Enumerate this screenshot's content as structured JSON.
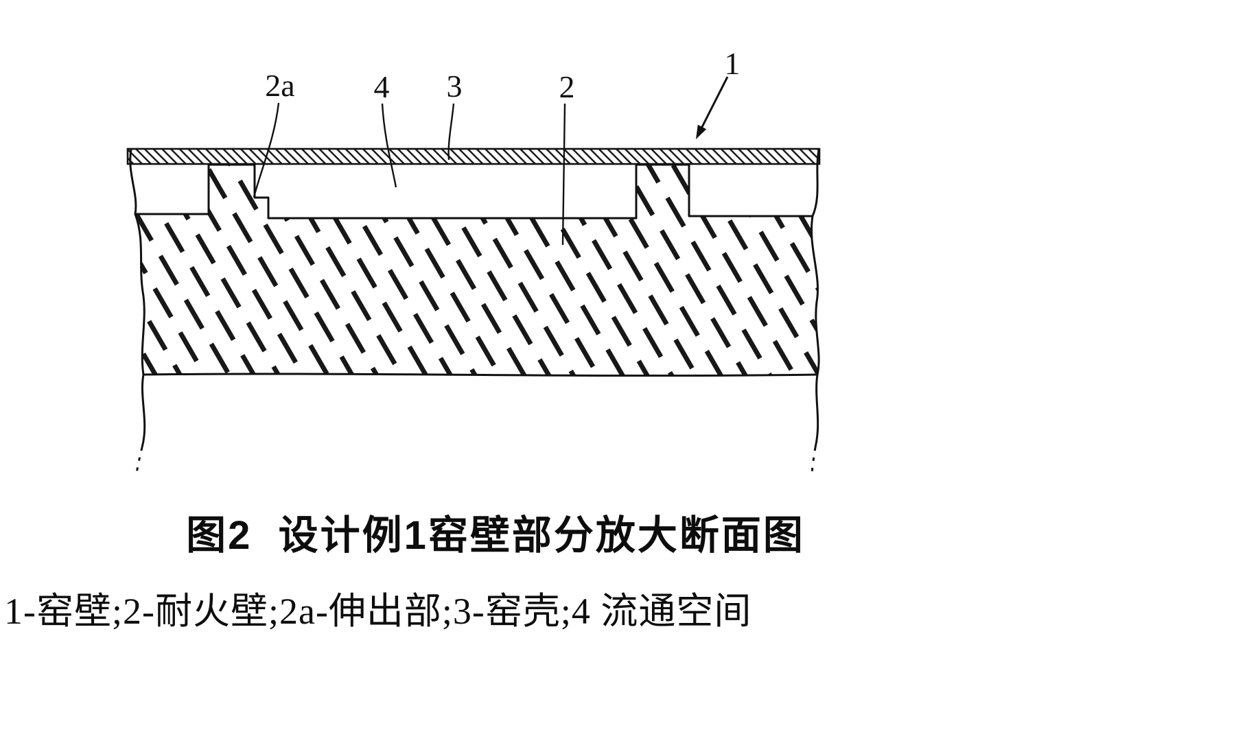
{
  "figure": {
    "labels": {
      "l2a": "2a",
      "l4": "4",
      "l3": "3",
      "l2": "2",
      "l1": "1"
    },
    "caption": "图2  设计例1窑壁部分放大断面图",
    "legend": "1-窑壁;2-耐火壁;2a-伸出部;3-窑壳;4 流通空间",
    "parts": [
      {
        "ref": "1",
        "name": "窑壁"
      },
      {
        "ref": "2",
        "name": "耐火壁"
      },
      {
        "ref": "2a",
        "name": "伸出部"
      },
      {
        "ref": "3",
        "name": "窑壳"
      },
      {
        "ref": "4",
        "name": "流通空间"
      }
    ],
    "colors": {
      "ink": "#111111",
      "background": "#ffffff"
    }
  }
}
